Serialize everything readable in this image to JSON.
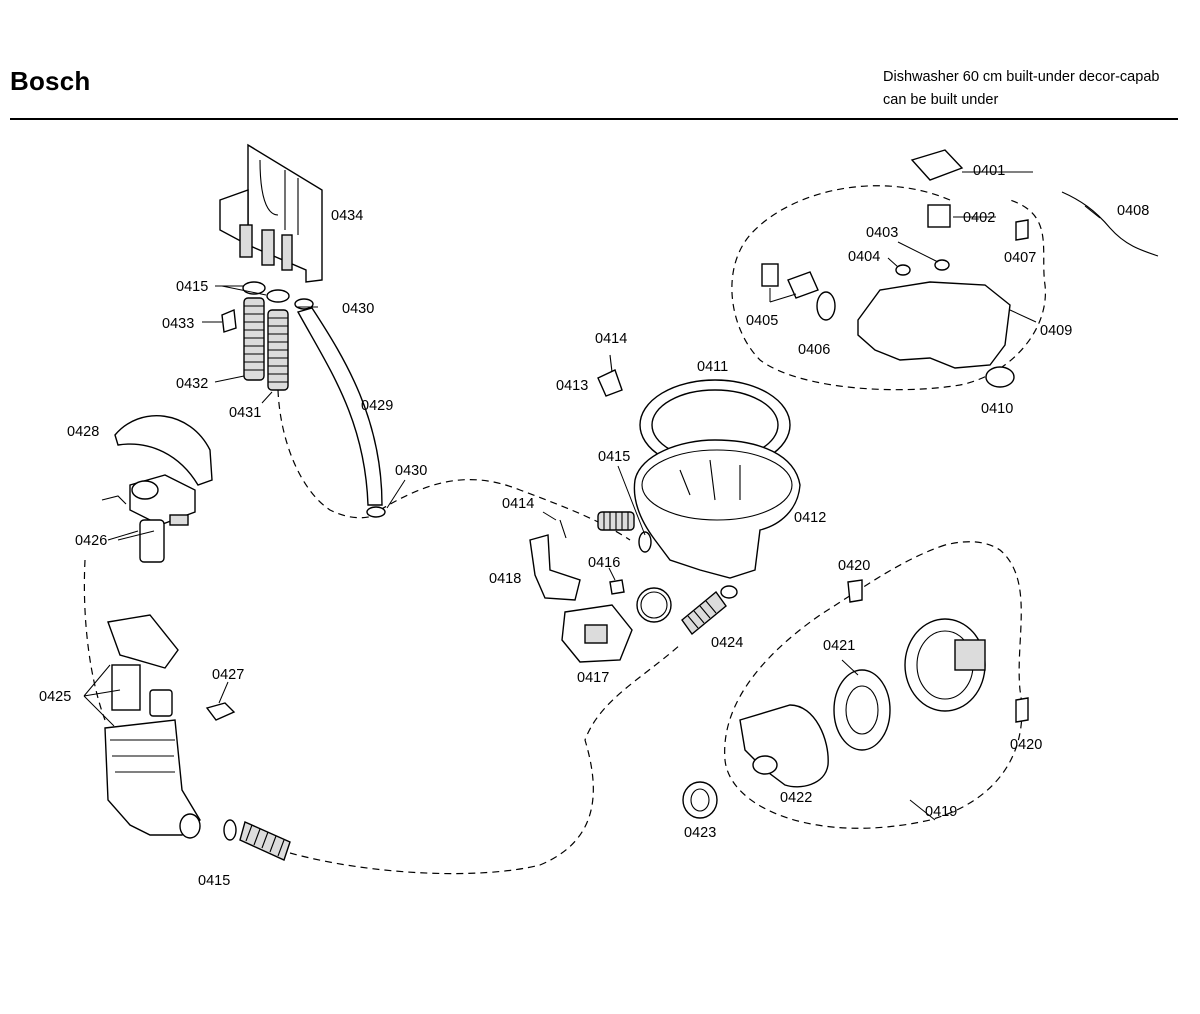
{
  "header": {
    "brand": "Bosch",
    "description_line1": "Dishwasher 60 cm built-under decor-capab",
    "description_line2": "can be built under"
  },
  "parts": [
    {
      "id": "p0401",
      "label": "0401"
    },
    {
      "id": "p0402",
      "label": "0402"
    },
    {
      "id": "p0403",
      "label": "0403"
    },
    {
      "id": "p0404",
      "label": "0404"
    },
    {
      "id": "p0405",
      "label": "0405"
    },
    {
      "id": "p0406",
      "label": "0406"
    },
    {
      "id": "p0407",
      "label": "0407"
    },
    {
      "id": "p0408",
      "label": "0408"
    },
    {
      "id": "p0409",
      "label": "0409"
    },
    {
      "id": "p0410",
      "label": "0410"
    },
    {
      "id": "p0411",
      "label": "0411"
    },
    {
      "id": "p0412",
      "label": "0412"
    },
    {
      "id": "p0413",
      "label": "0413"
    },
    {
      "id": "p0414a",
      "label": "0414"
    },
    {
      "id": "p0414b",
      "label": "0414"
    },
    {
      "id": "p0415a",
      "label": "0415"
    },
    {
      "id": "p0415b",
      "label": "0415"
    },
    {
      "id": "p0415c",
      "label": "0415"
    },
    {
      "id": "p0416",
      "label": "0416"
    },
    {
      "id": "p0417",
      "label": "0417"
    },
    {
      "id": "p0418",
      "label": "0418"
    },
    {
      "id": "p0419",
      "label": "0419"
    },
    {
      "id": "p0420a",
      "label": "0420"
    },
    {
      "id": "p0420b",
      "label": "0420"
    },
    {
      "id": "p0421",
      "label": "0421"
    },
    {
      "id": "p0422",
      "label": "0422"
    },
    {
      "id": "p0423",
      "label": "0423"
    },
    {
      "id": "p0424",
      "label": "0424"
    },
    {
      "id": "p0425",
      "label": "0425"
    },
    {
      "id": "p0426",
      "label": "0426"
    },
    {
      "id": "p0427",
      "label": "0427"
    },
    {
      "id": "p0428",
      "label": "0428"
    },
    {
      "id": "p0429",
      "label": "0429"
    },
    {
      "id": "p0430a",
      "label": "0430"
    },
    {
      "id": "p0430b",
      "label": "0430"
    },
    {
      "id": "p0431",
      "label": "0431"
    },
    {
      "id": "p0432",
      "label": "0432"
    },
    {
      "id": "p0433",
      "label": "0433"
    },
    {
      "id": "p0434",
      "label": "0434"
    }
  ]
}
